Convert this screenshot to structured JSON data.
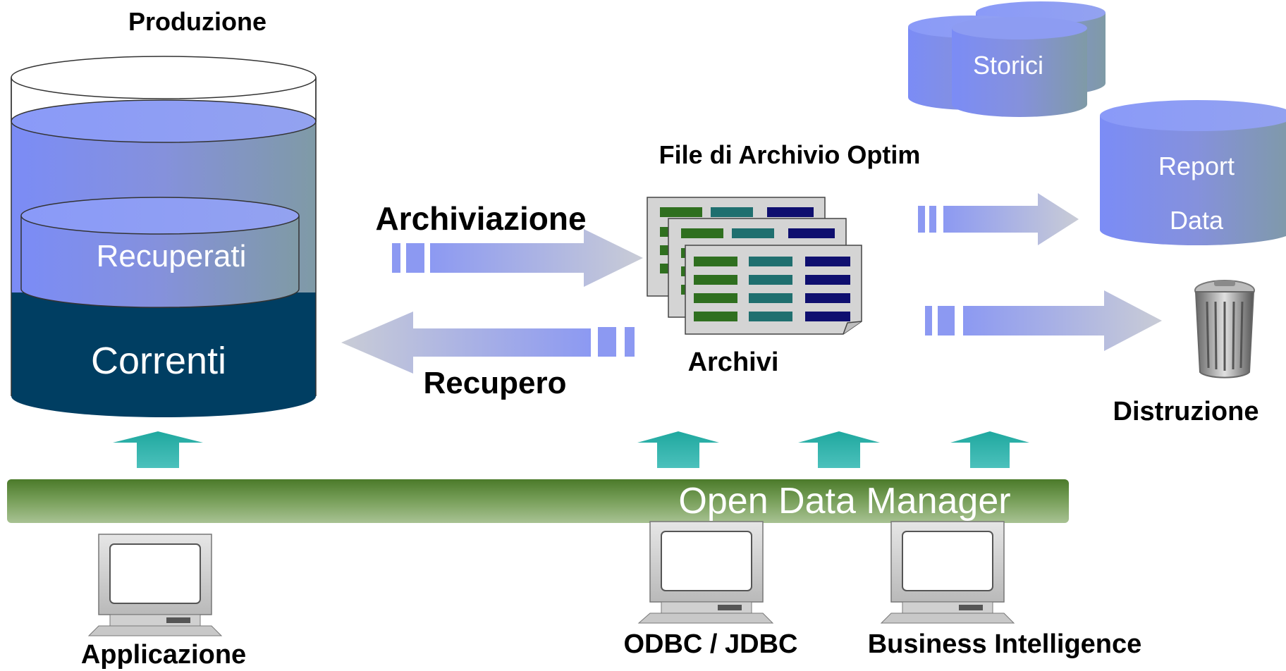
{
  "labels": {
    "produzione": "Produzione",
    "recuperati": "Recuperati",
    "correnti": "Correnti",
    "archiviazione": "Archiviazione",
    "recupero": "Recupero",
    "file_archivio": "File di Archivio Optim",
    "archivi": "Archivi",
    "storici": "Storici",
    "report": "Report",
    "data": "Data",
    "distruzione": "Distruzione",
    "open_data_manager": "Open Data Manager",
    "applicazione": "Applicazione",
    "odbc_jdbc": "ODBC / JDBC",
    "business_intelligence": "Business Intelligence"
  },
  "colors": {
    "cylinder_blue": "#7f8ff8",
    "cylinder_top": "#8f9ff4",
    "cylinder_dark": "#003e62",
    "teal_arrow": "#2fb3ad",
    "odm_bar": "#5e8a3e",
    "flow_arrow": "#b8bfe6",
    "doc_green": "#2f6f1f",
    "doc_teal": "#1f6f6f",
    "doc_navy": "#0f0f6f"
  },
  "icons": {
    "computer": "computer-icon",
    "trash": "trash-can-icon",
    "document": "spreadsheet-document-icon"
  }
}
